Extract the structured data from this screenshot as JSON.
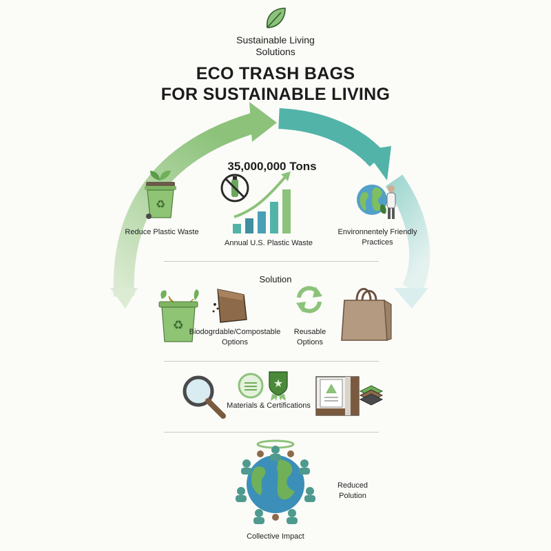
{
  "brand": {
    "logo_icon": "leaf-icon",
    "line1": "Sustainable Living",
    "line2": "Solutions"
  },
  "title": {
    "line1": "ECO TRASH BAGS",
    "line2": "FOR SUSTAINABLE LIVING"
  },
  "colors": {
    "arrow_green": "#8cc27a",
    "arrow_teal": "#52b3a9",
    "arrow_light": "#c9e4e2",
    "bin_green": "#8fc474",
    "kraft_brown": "#b49a80"
  },
  "problem": {
    "left_label": "Reduce Plastic Waste",
    "stat_value": "35,000,000 Tons",
    "stat_label": "Annual U.S. Plastic Waste",
    "right_label_line1": "Environnentely Friendly",
    "right_label_line2": "Practices"
  },
  "solution": {
    "heading": "Solution",
    "bio_label_line1": "Biodogrdable/Compostable",
    "bio_label_line2": "Options",
    "reuse_label_line1": "Reusable",
    "reuse_label_line2": "Options"
  },
  "materials": {
    "label": "Materials & Certifications"
  },
  "impact": {
    "reduced_line1": "Reduced",
    "reduced_line2": "Polution",
    "collective": "Collective Impact"
  }
}
